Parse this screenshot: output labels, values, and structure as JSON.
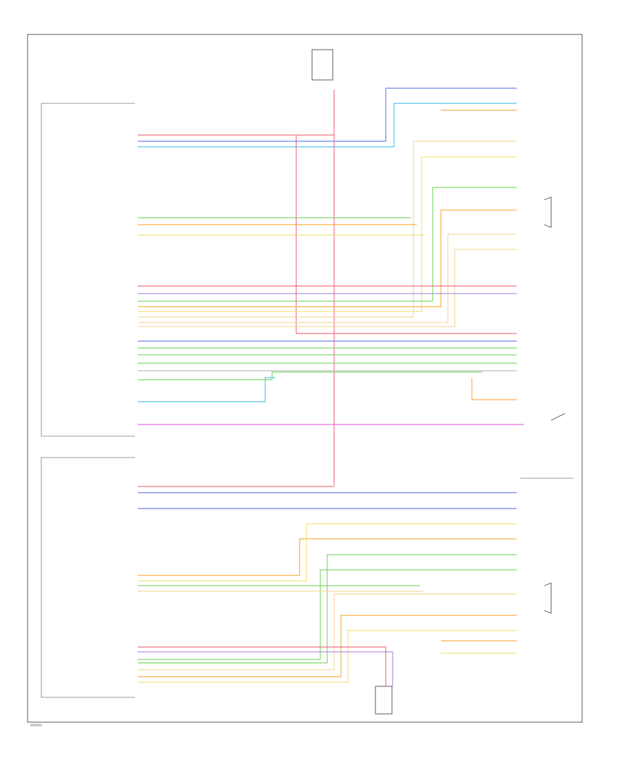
{
  "diagram_id": "W00000",
  "colors": {
    "red": "#f07080",
    "blue": "#6a7fe8",
    "lightblue": "#4fc3e8",
    "green": "#7dd86a",
    "orange": "#f5b040",
    "yellow": "#f2e27a",
    "tan": "#f7d7a0",
    "magenta": "#e86ae0",
    "violet": "#b08fd8",
    "gray": "#bbbbbb"
  },
  "wires": [
    {
      "id": "red-batt-driver",
      "color": "red"
    },
    {
      "id": "red-batt-down",
      "color": "red"
    },
    {
      "id": "red-batt-lower",
      "color": "red"
    },
    {
      "id": "red-to-relay",
      "color": "red"
    },
    {
      "id": "blue-upper",
      "color": "blue"
    },
    {
      "id": "lightblue-upper",
      "color": "lightblue"
    },
    {
      "id": "orange-dr-1",
      "color": "orange"
    },
    {
      "id": "tan-dr-1",
      "color": "tan"
    },
    {
      "id": "yellow-dr-1",
      "color": "yellow"
    },
    {
      "id": "green-dr-1",
      "color": "green"
    },
    {
      "id": "orange-dr-2",
      "color": "orange"
    },
    {
      "id": "tan-dr-2",
      "color": "tan"
    },
    {
      "id": "tan-dr-3",
      "color": "tan"
    },
    {
      "id": "red-ds-1",
      "color": "red"
    },
    {
      "id": "violet-ds-1",
      "color": "violet"
    },
    {
      "id": "blue-mid",
      "color": "blue"
    },
    {
      "id": "green-mid-1",
      "color": "green"
    },
    {
      "id": "green-mid-2",
      "color": "green"
    },
    {
      "id": "green-mid-3",
      "color": "green"
    },
    {
      "id": "gray-mid-4",
      "color": "gray"
    },
    {
      "id": "green-memory",
      "color": "green"
    },
    {
      "id": "orange-memory",
      "color": "orange"
    },
    {
      "id": "lightblue-memory",
      "color": "lightblue"
    },
    {
      "id": "magenta-brake",
      "color": "magenta"
    },
    {
      "id": "blue-lower-1",
      "color": "blue"
    },
    {
      "id": "blue-lower-2",
      "color": "blue"
    },
    {
      "id": "orange-ps-1",
      "color": "orange"
    },
    {
      "id": "yellow-ps-1",
      "color": "yellow"
    },
    {
      "id": "green-ps-1",
      "color": "green"
    },
    {
      "id": "green-ps-2",
      "color": "green"
    },
    {
      "id": "tan-ps-1",
      "color": "tan"
    },
    {
      "id": "orange-ps-2",
      "color": "orange"
    },
    {
      "id": "yellow-ps-2",
      "color": "yellow"
    },
    {
      "id": "red-ps-low",
      "color": "red"
    },
    {
      "id": "violet-ps-low",
      "color": "violet"
    }
  ]
}
